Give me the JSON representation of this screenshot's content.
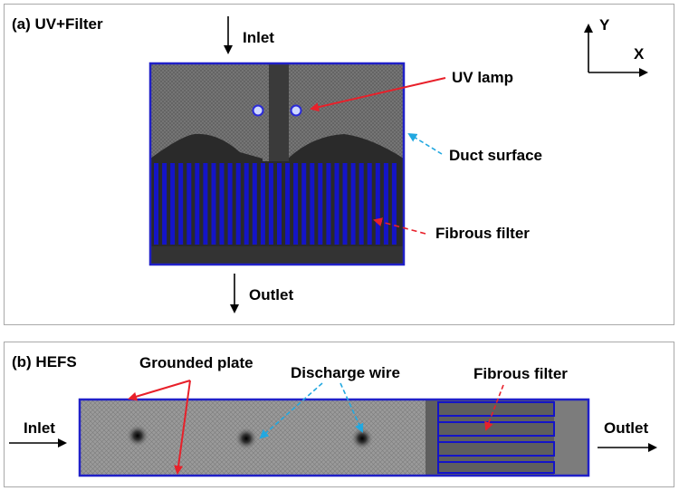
{
  "panel_a": {
    "title": "(a) UV+Filter",
    "inlet": "Inlet",
    "outlet": "Outlet",
    "uv_lamp": "UV lamp",
    "duct_surface": "Duct surface",
    "fibrous_filter": "Fibrous filter",
    "axis_y": "Y",
    "axis_x": "X"
  },
  "panel_b": {
    "title": "(b) HEFS",
    "grounded_plate": "Grounded plate",
    "discharge_wire": "Discharge wire",
    "fibrous_filter": "Fibrous filter",
    "inlet": "Inlet",
    "outlet": "Outlet"
  },
  "colors": {
    "duct_border": "#2020c8",
    "filter_blue": "#1414c8",
    "mesh_dark": "#3a3a3a",
    "mesh_light": "#8c8c8c",
    "arrow_red": "#e8202a",
    "arrow_cyan": "#22a8e0"
  }
}
